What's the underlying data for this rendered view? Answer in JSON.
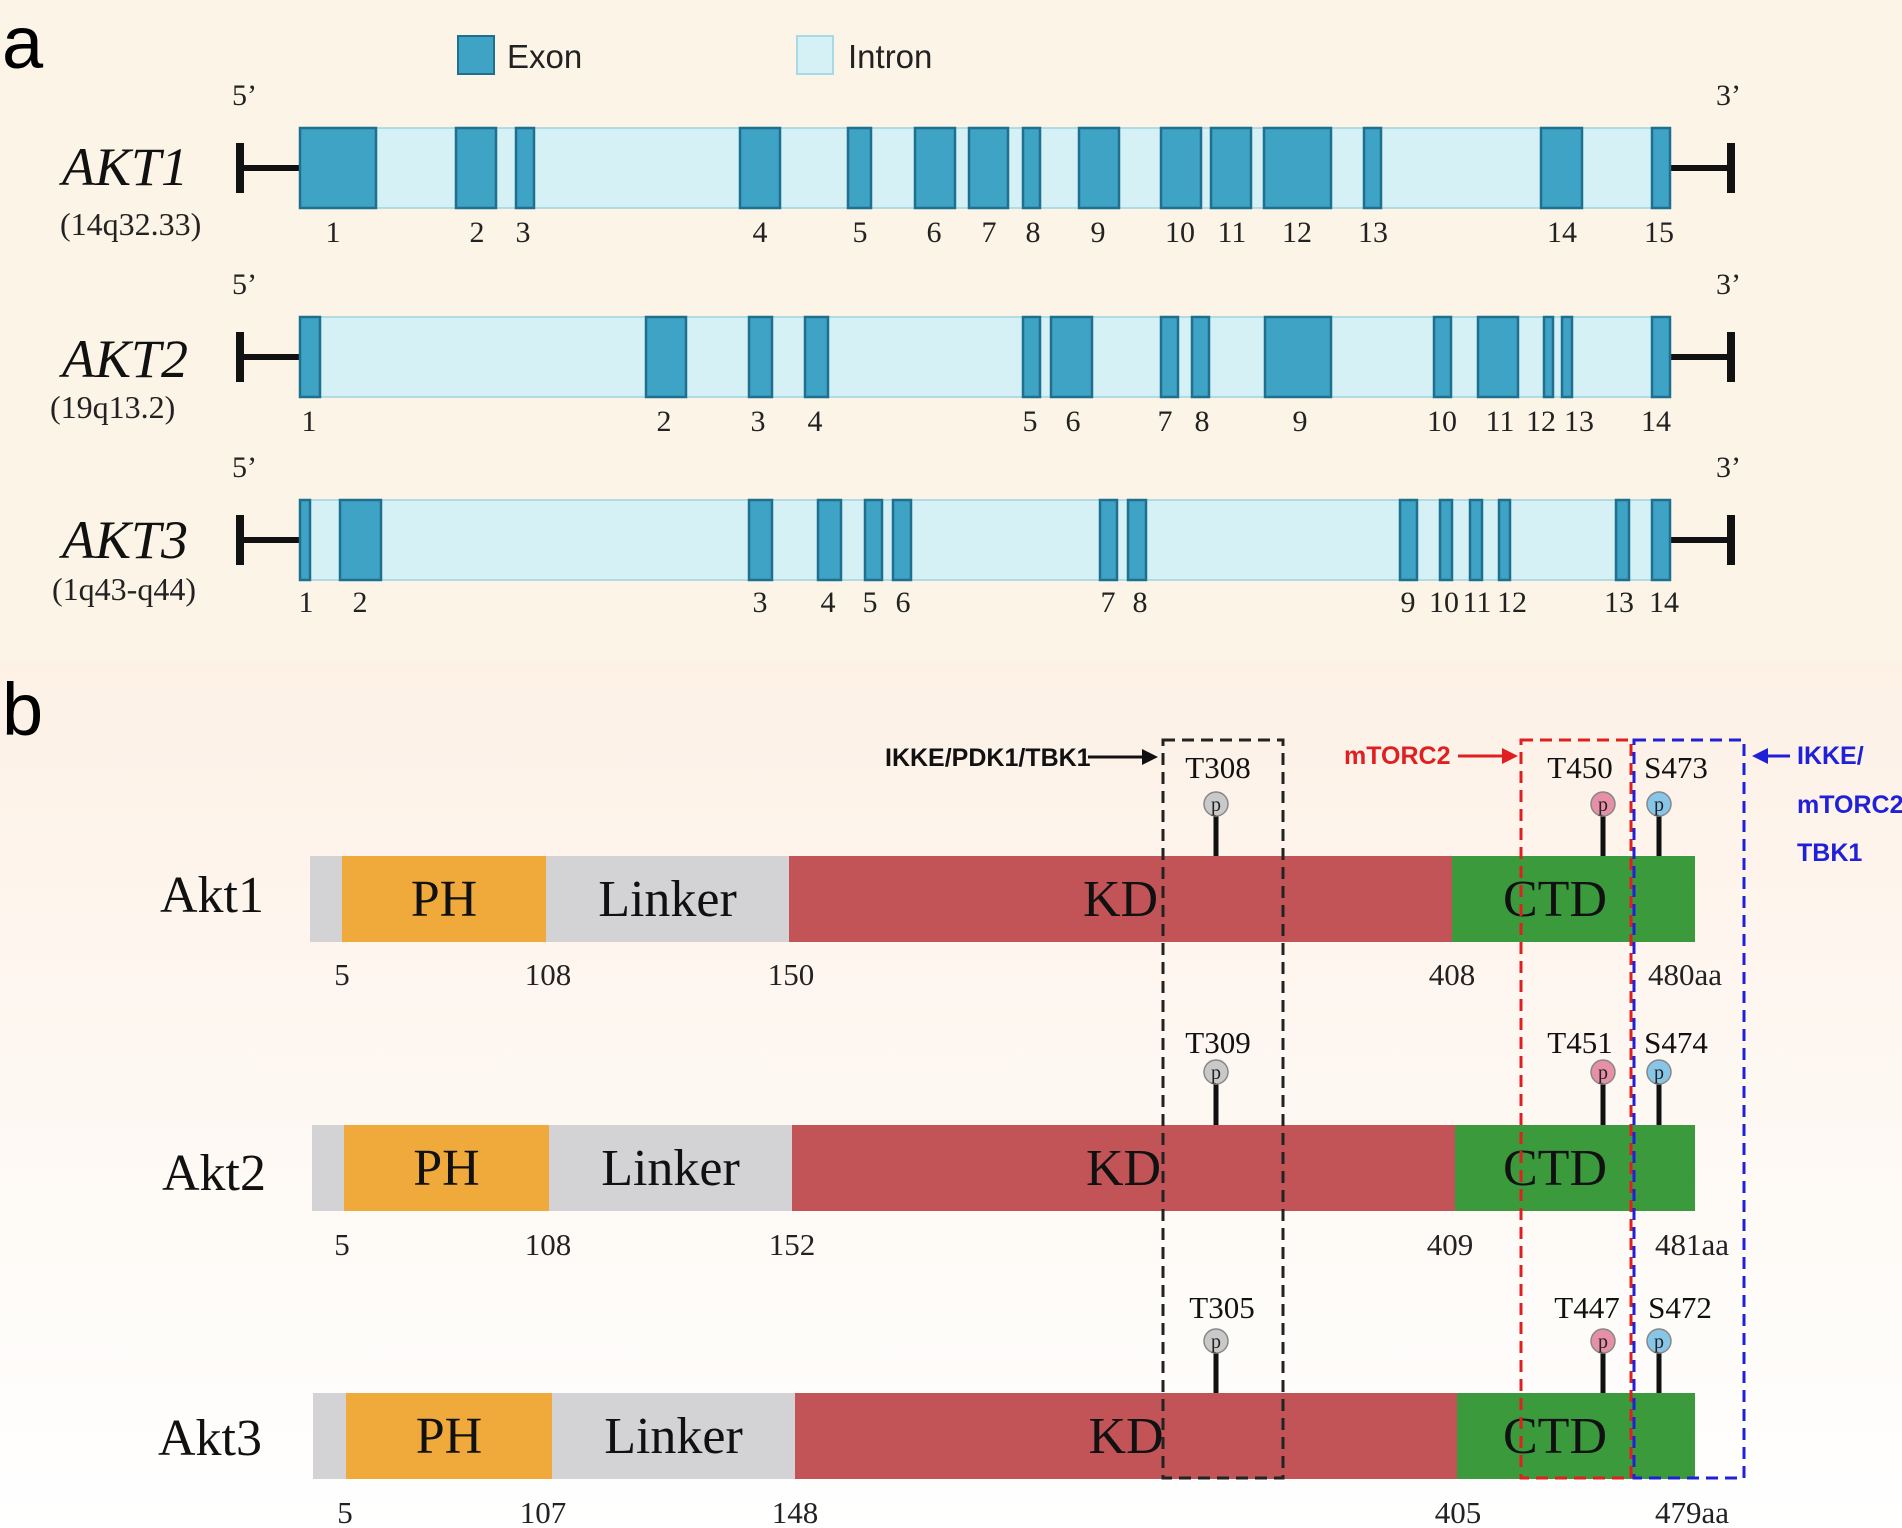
{
  "panels": {
    "a": {
      "label": "a",
      "legend": [
        {
          "label": "Exon",
          "kind": "exon"
        },
        {
          "label": "Intron",
          "kind": "intron"
        }
      ],
      "end5": "5’",
      "end3": "3’",
      "genes": [
        {
          "name": "AKT1",
          "locus": "(14q32.33)",
          "exons": [
            {
              "label": "1"
            },
            {
              "label": "2"
            },
            {
              "label": "3"
            },
            {
              "label": "4"
            },
            {
              "label": "5"
            },
            {
              "label": "6"
            },
            {
              "label": "7"
            },
            {
              "label": "8"
            },
            {
              "label": "9"
            },
            {
              "label": "10"
            },
            {
              "label": "11"
            },
            {
              "label": "12"
            },
            {
              "label": "13"
            },
            {
              "label": "14"
            },
            {
              "label": "15"
            }
          ]
        },
        {
          "name": "AKT2",
          "locus": "(19q13.2)",
          "exons": [
            {
              "label": "1"
            },
            {
              "label": "2"
            },
            {
              "label": "3"
            },
            {
              "label": "4"
            },
            {
              "label": "5"
            },
            {
              "label": "6"
            },
            {
              "label": "7"
            },
            {
              "label": "8"
            },
            {
              "label": "9"
            },
            {
              "label": "10"
            },
            {
              "label": "11"
            },
            {
              "label": "12"
            },
            {
              "label": "13"
            },
            {
              "label": "14"
            }
          ]
        },
        {
          "name": "AKT3",
          "locus": "(1q43-q44)",
          "exons": [
            {
              "label": "1"
            },
            {
              "label": "2"
            },
            {
              "label": "3"
            },
            {
              "label": "4"
            },
            {
              "label": "5"
            },
            {
              "label": "6"
            },
            {
              "label": "7"
            },
            {
              "label": "8"
            },
            {
              "label": "9"
            },
            {
              "label": "10"
            },
            {
              "label": "11"
            },
            {
              "label": "12"
            },
            {
              "label": "13"
            },
            {
              "label": "14"
            }
          ]
        }
      ]
    },
    "b": {
      "label": "b",
      "kinases": {
        "group1": "IKKE/PDK1/TBK1",
        "group2": "mTORC2",
        "group3": [
          "IKKE/",
          "mTORC2",
          "TBK1"
        ]
      },
      "phospho_symbol": "p",
      "proteins": [
        {
          "name": "Akt1",
          "domains": [
            "PH",
            "Linker",
            "KD",
            "CTD"
          ],
          "positions": [
            "5",
            "108",
            "150",
            "408",
            "480aa"
          ],
          "sites": [
            "T308",
            "T450",
            "S473"
          ]
        },
        {
          "name": "Akt2",
          "domains": [
            "PH",
            "Linker",
            "KD",
            "CTD"
          ],
          "positions": [
            "5",
            "108",
            "152",
            "409",
            "481aa"
          ],
          "sites": [
            "T309",
            "T451",
            "S474"
          ]
        },
        {
          "name": "Akt3",
          "domains": [
            "PH",
            "Linker",
            "KD",
            "CTD"
          ],
          "positions": [
            "5",
            "107",
            "148",
            "405",
            "479aa"
          ],
          "sites": [
            "T305",
            "T447",
            "S472"
          ]
        }
      ]
    }
  },
  "colors": {
    "exon": "#3fa3c6",
    "exon_stroke": "#1f6f8e",
    "intron": "#d6f1f6",
    "panel_a_bg": "#fcf4e6",
    "PH": "#efaa3b",
    "Linker": "#d3d3d6",
    "KD": "#c25457",
    "CTD": "#3a9a3c",
    "site_gray": "#c9c9c9",
    "site_pink": "#e68fa6",
    "site_blue": "#88c6e8",
    "box_black": "#222222",
    "box_red": "#e02020",
    "box_blue": "#2020d8"
  }
}
